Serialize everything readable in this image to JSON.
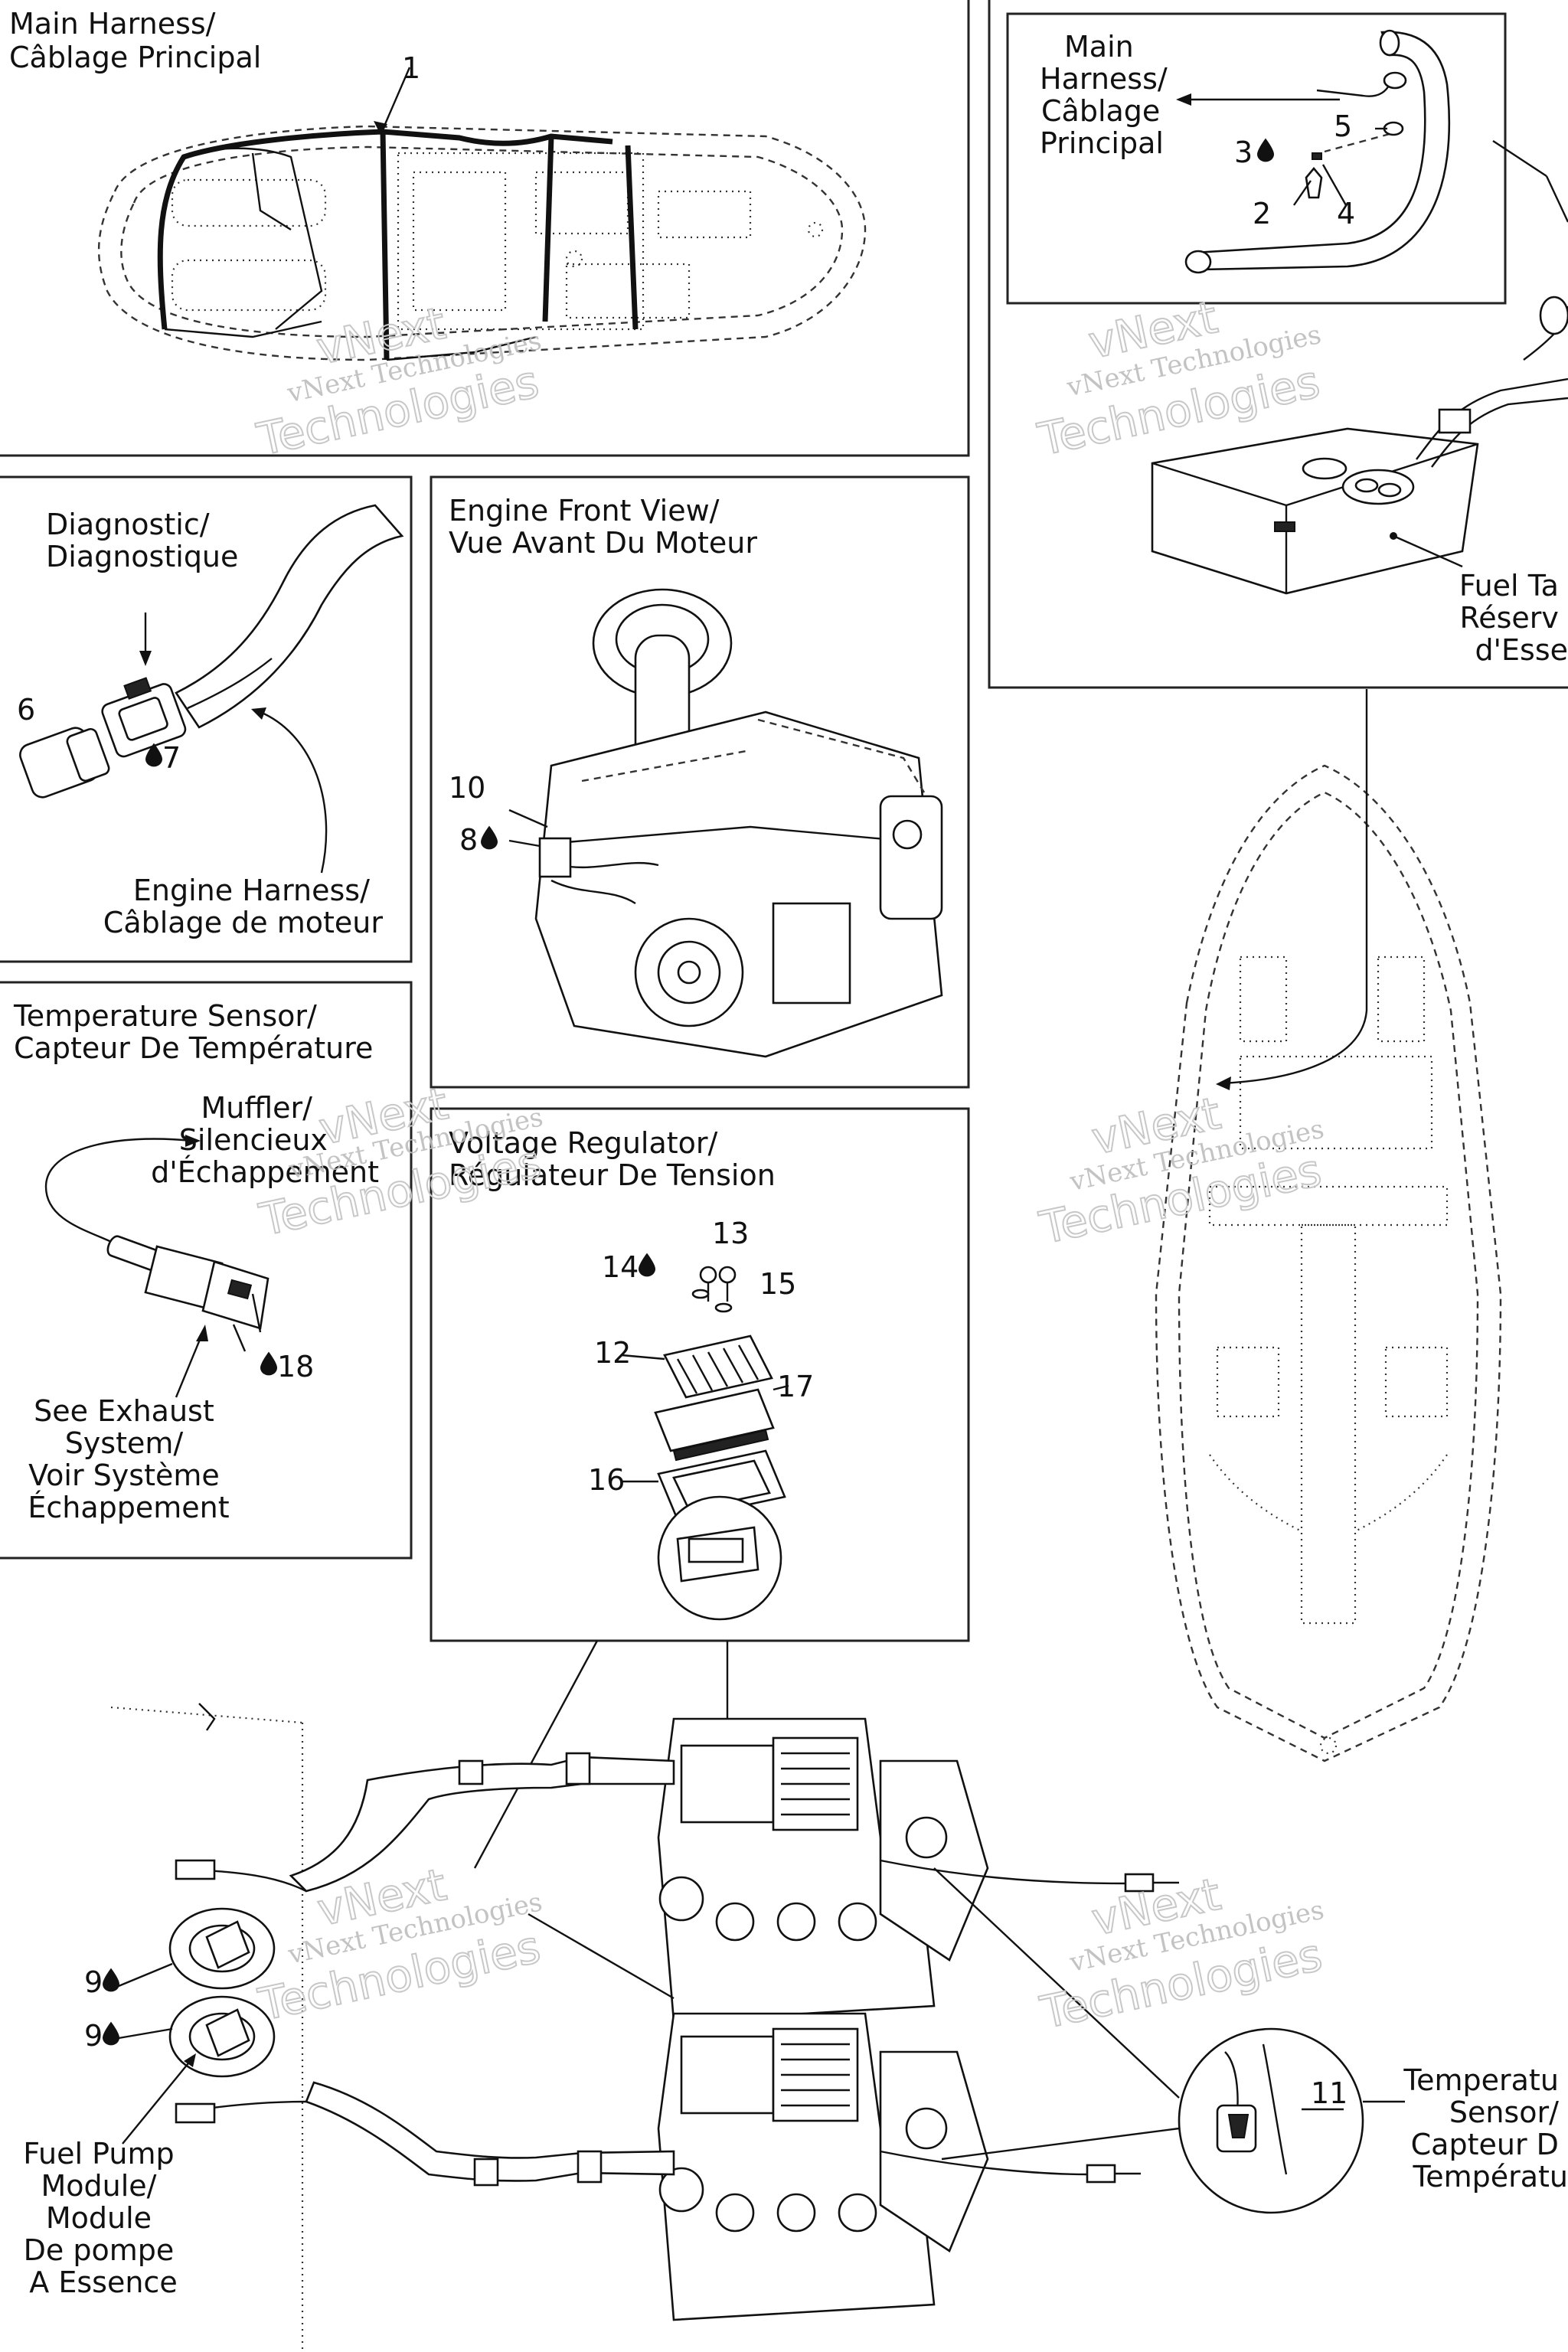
{
  "labels": {
    "main_harness_title": [
      "Main Harness/",
      "Câblage Principal"
    ],
    "main_harness_inset": [
      "Main",
      "Harness/",
      "Câblage",
      "Principal"
    ],
    "fuel_tank": [
      "Fuel Ta",
      "Réserv",
      "d'Esse"
    ],
    "diagnostic": [
      "Diagnostic/",
      "Diagnostique"
    ],
    "engine_harness": [
      "Engine Harness/",
      "Câblage de moteur"
    ],
    "engine_front_view": [
      "Engine Front View/",
      "Vue Avant Du Moteur"
    ],
    "temperature_sensor": [
      "Temperature Sensor/",
      "Capteur De Température"
    ],
    "muffler": [
      "Muffler/",
      "Silencieux",
      "d'Échappement"
    ],
    "see_exhaust": [
      "See Exhaust",
      "System/",
      "Voir Système",
      "Échappement"
    ],
    "voltage_regulator": [
      "Voltage Regulator/",
      "Régulateur De Tension"
    ],
    "fuel_pump_module": [
      "Fuel Pump",
      "Module/",
      "Module",
      "De pompe",
      "A Essence"
    ],
    "temp_sensor_right": [
      "Temperatu",
      "Sensor/",
      "Capteur D",
      "Températu"
    ]
  },
  "callouts": {
    "c1": "1",
    "c2": "2",
    "c3": "3",
    "c4": "4",
    "c5": "5",
    "c6": "6",
    "c7": "7",
    "c8": "8",
    "c9a": "9",
    "c9b": "9",
    "c10": "10",
    "c11": "11",
    "c12": "12",
    "c13": "13",
    "c14": "14",
    "c15": "15",
    "c16": "16",
    "c17": "17",
    "c18": "18"
  },
  "watermark": {
    "line1": "vNext Technologies",
    "big1": "vNext",
    "big2": "Technologies"
  },
  "icons": {
    "drop": "drop-icon"
  }
}
